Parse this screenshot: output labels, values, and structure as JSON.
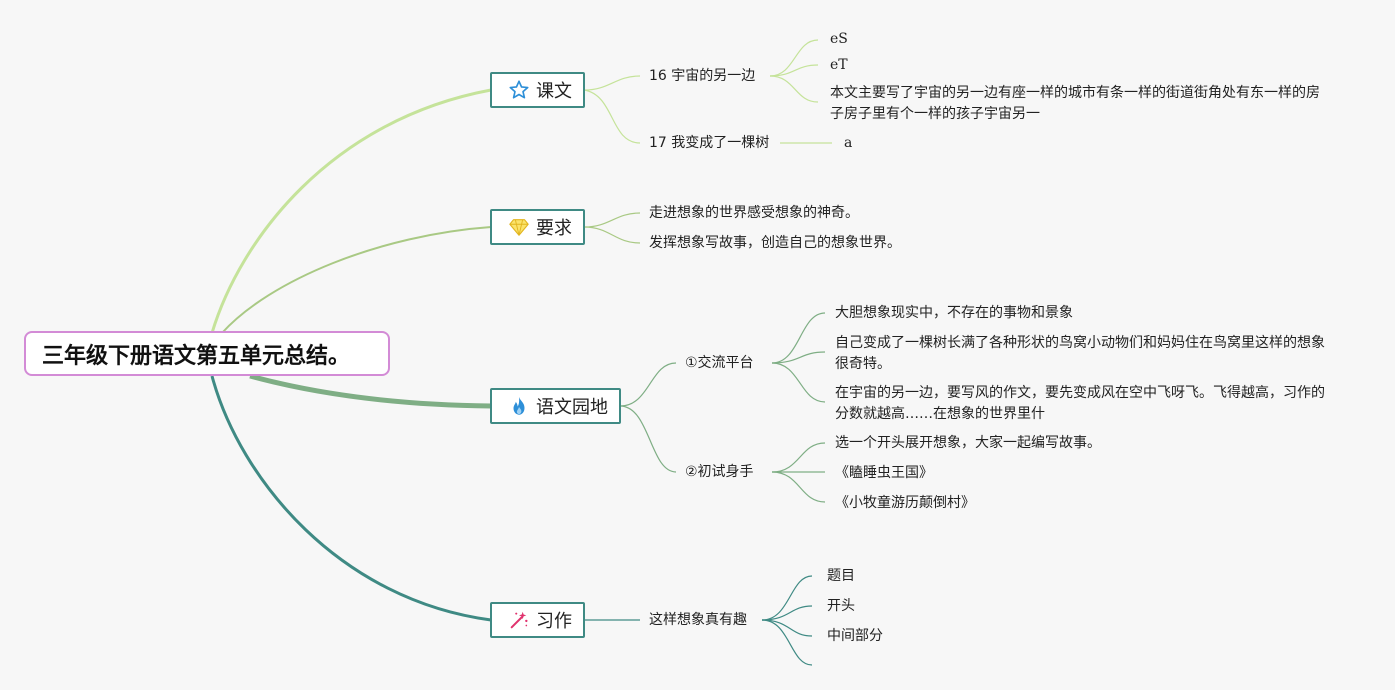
{
  "root": {
    "title": "三年级下册语文第五单元总结。"
  },
  "branches": [
    {
      "label": "课文",
      "icon": "star-icon",
      "children": [
        {
          "label": "16 宇宙的另一边",
          "children": [
            "eS",
            "eT",
            "本文主要写了宇宙的另一边有座一样的城市有条一样的街道街角处有东一样的房子房子里有个一样的孩子宇宙另一"
          ]
        },
        {
          "label": "17 我变成了一棵树",
          "children": [
            "a"
          ]
        }
      ]
    },
    {
      "label": "要求",
      "icon": "diamond-icon",
      "children": [
        {
          "label": "走进想象的世界感受想象的神奇。"
        },
        {
          "label": "发挥想象写故事，创造自己的想象世界。"
        }
      ]
    },
    {
      "label": "语文园地",
      "icon": "flame-icon",
      "children": [
        {
          "label": "①交流平台",
          "children": [
            "大胆想象现实中，不存在的事物和景象",
            "自己变成了一棵树长满了各种形状的鸟窝小动物们和妈妈住在鸟窝里这样的想象很奇特。",
            "在宇宙的另一边，要写风的作文，要先变成风在空中飞呀飞。飞得越高，习作的分数就越高……在想象的世界里什"
          ]
        },
        {
          "label": "②初试身手",
          "children": [
            "选一个开头展开想象，大家一起编写故事。",
            "《瞌睡虫王国》",
            "《小牧童游历颠倒村》"
          ]
        }
      ]
    },
    {
      "label": "习作",
      "icon": "magic-wand-icon",
      "children": [
        {
          "label": "这样想象真有趣",
          "children": [
            "题目",
            "开头",
            "中间部分"
          ]
        }
      ]
    }
  ],
  "colors": {
    "root_border": "#d38bd6",
    "branch_border": "#3f8a84",
    "link_light_green": "#c5e39a",
    "link_olive": "#a9c984",
    "link_green": "#7fae85",
    "link_teal": "#3f8a84",
    "star_icon": "#2d8fd8",
    "diamond_icon": "#f1d03c",
    "flame_icon": "#2d8fd8",
    "wand_icon": "#e0336e"
  }
}
